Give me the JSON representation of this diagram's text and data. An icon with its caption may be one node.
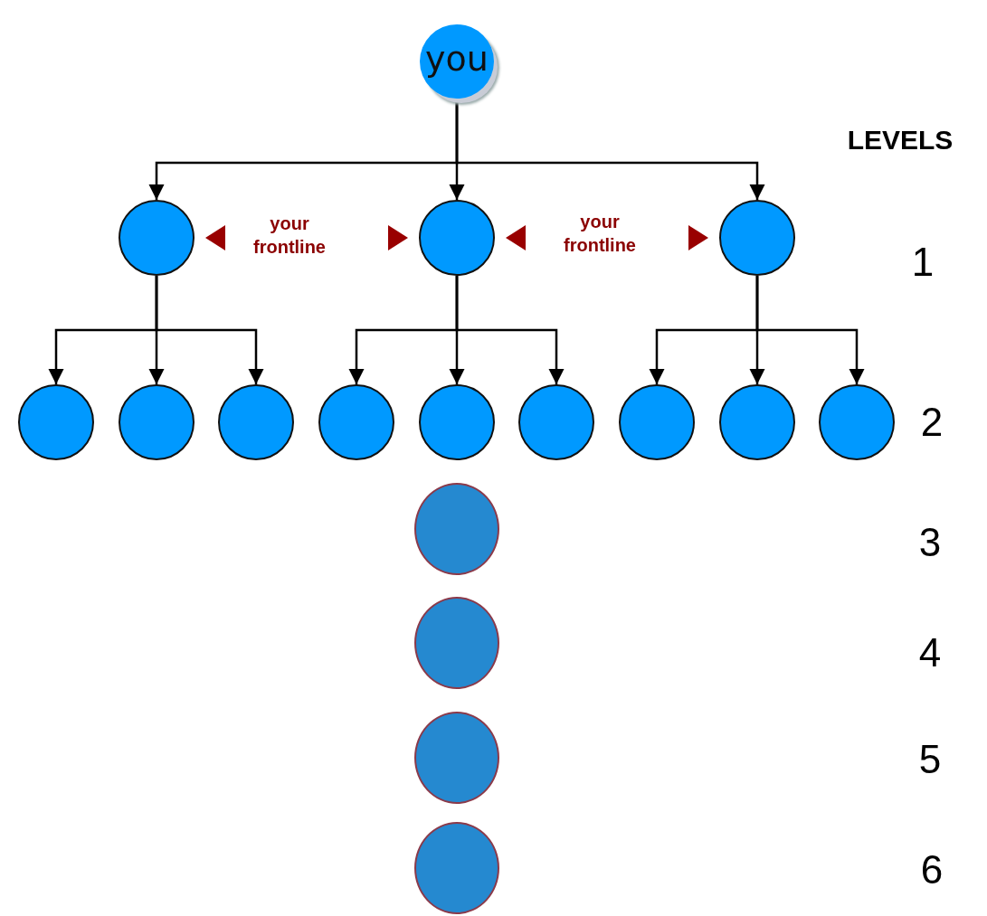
{
  "diagram": {
    "nodes": [
      {
        "text": [
          "you"
        ]
      },
      {
        "text": [],
        "shape": "circle"
      },
      {
        "text": [],
        "shape": "circle"
      },
      {
        "text": [],
        "shape": "circle"
      },
      {
        "text": [],
        "shape": "circle"
      },
      {
        "text": [],
        "shape": "circle"
      },
      {
        "text": [],
        "shape": "circle"
      },
      {
        "text": [],
        "shape": "circle"
      },
      {
        "text": [],
        "shape": "circle"
      },
      {
        "text": [],
        "shape": "circle"
      },
      {
        "text": [],
        "shape": "circle"
      },
      {
        "text": [],
        "shape": "circle"
      },
      {
        "text": [],
        "shape": "circle"
      },
      {
        "text": [],
        "shape": "circle"
      },
      {
        "text": [],
        "shape": "circle"
      },
      {
        "text": [],
        "shape": "circle"
      },
      {
        "text": [],
        "shape": "circle"
      }
    ],
    "edges": [
      {
        "from": 0,
        "to": 1,
        "arrow": "to"
      },
      {
        "from": 0,
        "to": 2,
        "arrow": "to"
      },
      {
        "from": 0,
        "to": 3,
        "arrow": "to"
      },
      {
        "from": 1,
        "to": 4,
        "arrow": "to"
      },
      {
        "from": 1,
        "to": 5,
        "arrow": "to"
      },
      {
        "from": 1,
        "to": 6,
        "arrow": "to"
      },
      {
        "from": 2,
        "to": 7,
        "arrow": "to"
      },
      {
        "from": 2,
        "to": 8,
        "arrow": "to"
      },
      {
        "from": 2,
        "to": 9,
        "arrow": "to"
      },
      {
        "from": 3,
        "to": 10,
        "arrow": "to"
      },
      {
        "from": 3,
        "to": 11,
        "arrow": "to"
      },
      {
        "from": 3,
        "to": 12,
        "arrow": "to"
      }
    ],
    "labels": [
      "LEVELS",
      "your frontline",
      "your frontline",
      "1",
      "2",
      "3",
      "4",
      "5",
      "6"
    ]
  }
}
